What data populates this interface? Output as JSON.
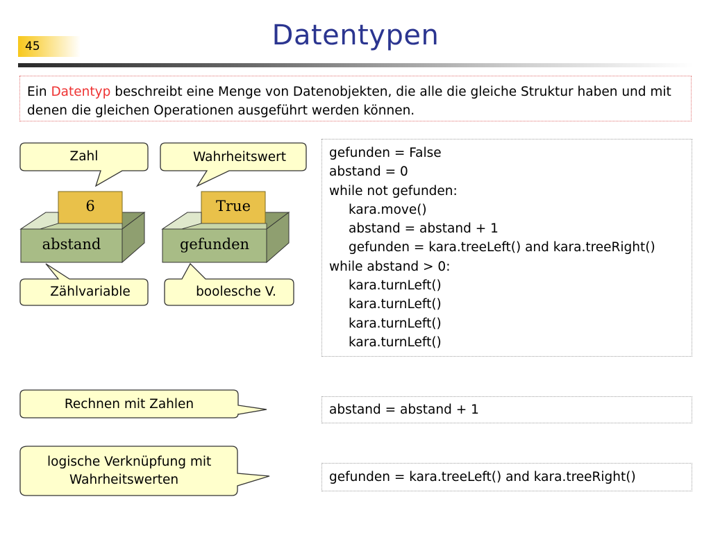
{
  "header": {
    "page_number": "45",
    "title": "Datentypen"
  },
  "definition": {
    "before": "Ein ",
    "term": "Datentyp",
    "after": " beschreibt eine Menge von Datenobjekten, die alle die gleiche Struktur haben und mit denen die gleichen Operationen ausgeführt werden können."
  },
  "illustration": {
    "box1": {
      "label": "abstand",
      "content": "6"
    },
    "box2": {
      "label": "gefunden",
      "content": "True"
    },
    "callouts": {
      "zahl": "Zahl",
      "wahrheitswert": "Wahrheitswert",
      "zaehlvariable": "Zählvariable",
      "boolesche": "boolesche V."
    }
  },
  "code_main": {
    "lines": [
      "gefunden = False",
      "abstand = 0",
      "while not gefunden:",
      "kara.move()",
      "abstand = abstand + 1",
      "gefunden = kara.treeLeft() and kara.treeRight()",
      "while abstand > 0:",
      "kara.turnLeft()",
      "kara.turnLeft()",
      "kara.turnLeft()",
      "kara.turnLeft()"
    ]
  },
  "bottom": {
    "arith_callout": "Rechnen mit Zahlen",
    "arith_code": "abstand = abstand + 1",
    "logic_callout_line1": "logische Verknüpfung mit",
    "logic_callout_line2": "Wahrheitswerten",
    "logic_code": "gefunden = kara.treeLeft() and kara.treeRight()"
  },
  "colors": {
    "title": "#2b3590",
    "accent_red": "#e33333",
    "callout_fill": "#ffffcc",
    "box_front": "#a8bc86",
    "card_fill": "#e9c14a"
  }
}
